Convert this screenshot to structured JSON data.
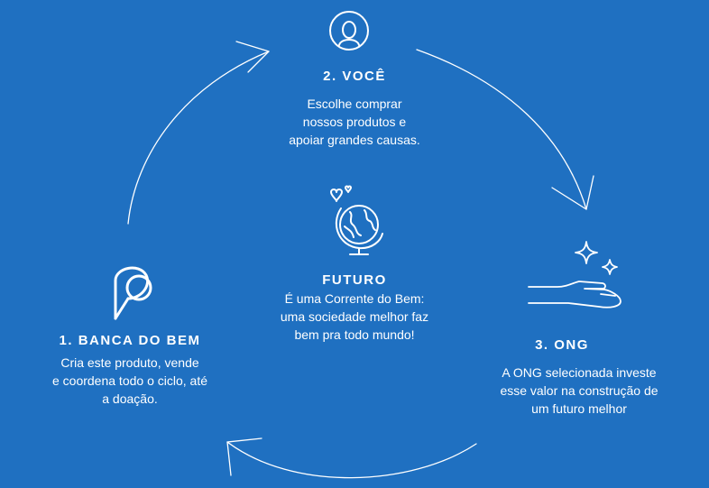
{
  "steps": {
    "voce": {
      "title": "2. VOCÊ",
      "description": "Escolhe comprar\nnossos produtos e\napoiar grandes causas."
    },
    "futuro": {
      "title": "FUTURO",
      "description": "É uma Corrente do Bem:\numa sociedade melhor faz\nbem pra todo mundo!"
    },
    "banca": {
      "title": "1. BANCA DO BEM",
      "description": "Cria este produto, vende\ne coordena todo o ciclo, até\na doação."
    },
    "ong": {
      "title": "3. ONG",
      "description": "A ONG selecionada investe\nesse valor na construção de\num futuro melhor"
    }
  },
  "icons": {
    "voce": "person-avatar-icon",
    "futuro": "globe-with-hearts-icon",
    "banca": "banca-do-bem-logo-icon",
    "ong": "hand-with-sparkles-icon"
  },
  "colors": {
    "background": "#1f70c1",
    "foreground": "#ffffff"
  }
}
